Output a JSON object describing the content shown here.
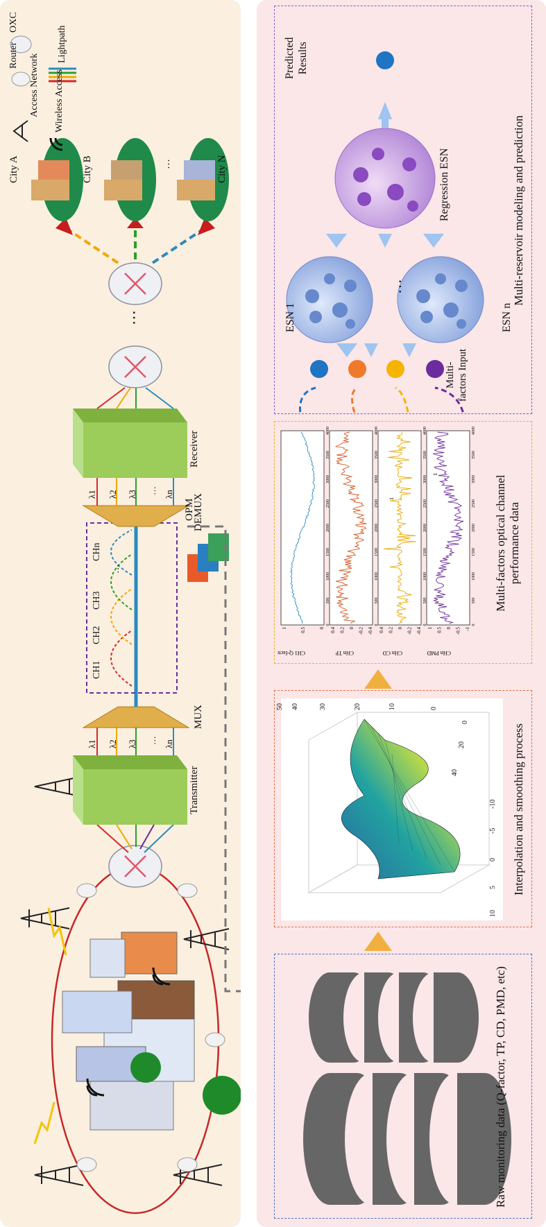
{
  "legend": {
    "access_network": "Access Network",
    "router": "Router",
    "oxc": "OXC",
    "wireless_access": "Wireless Access",
    "lightpath": "Lightpath"
  },
  "network": {
    "transmitter": "Transmitter",
    "receiver": "Receiver",
    "mux": "MUX",
    "demux": "DEMUX",
    "opm": "OPM",
    "wavelengths": [
      "λ1",
      "λ2",
      "λ3",
      "…",
      "λn"
    ],
    "channels": [
      "CH1",
      "CH2",
      "CH3",
      "…",
      "CHn"
    ],
    "cities": [
      "City A",
      "City B",
      "…",
      "City N"
    ]
  },
  "pipeline": {
    "raw_data_label": "Raw monitoring data (Q-factor, TP, CD, PMD, etc)",
    "interp_label": "Interpolation and smoothing process",
    "perf_label_line1": "Multi-factors optical channel",
    "perf_label_line2": "performance data",
    "model_label": "Multi-reservoir modeling and prediction",
    "multi_input_line1": "Multi-",
    "multi_input_line2": "factors Input",
    "esn1": "ESN 1",
    "esnn": "ESN n",
    "esn_dots": "…",
    "regression_esn": "Regression ESN",
    "predicted_line1": "Predicted",
    "predicted_line2": "Results"
  },
  "surface_axes": {
    "z_ticks": [
      "10",
      "5",
      "0",
      "-5",
      "-10"
    ],
    "x_ticks": [
      "40",
      "20",
      "0"
    ],
    "y_ticks": [
      "0",
      "10",
      "20",
      "30",
      "40",
      "50"
    ]
  },
  "chart_data": {
    "type": "line",
    "x_ticks": [
      "0",
      "500",
      "1000",
      "1500",
      "2000",
      "2500",
      "3000",
      "3500",
      "4000"
    ],
    "xlim": [
      0,
      4000
    ],
    "panels": [
      {
        "ylabel": "CH1 Q-factor",
        "yticks": [
          "1",
          "0.5",
          "0"
        ],
        "color": "#2a8bc0"
      },
      {
        "ylabel": "CHn TP",
        "yticks": [
          "0.4",
          "0.2",
          "0",
          "-0.2",
          "-0.4"
        ],
        "color": "#d4551f"
      },
      {
        "ylabel": "CHn CD",
        "yticks": [
          "0.4",
          "0.2",
          "0",
          "-0.2",
          "-0.4"
        ],
        "color": "#e8a800"
      },
      {
        "ylabel": "CHn PMD",
        "yticks": [
          "1",
          "0.5",
          "0",
          "-0.5",
          "-1"
        ],
        "color": "#6a2a9a"
      }
    ],
    "annotations": [
      "1",
      "1"
    ]
  },
  "colors": {
    "top_panel": "#fbefe0",
    "bottom_panel": "#fbe6e8",
    "blue": "#1f74c4",
    "orange": "#f07a2a",
    "yellow": "#f4b400",
    "purple": "#6b2c9e"
  }
}
